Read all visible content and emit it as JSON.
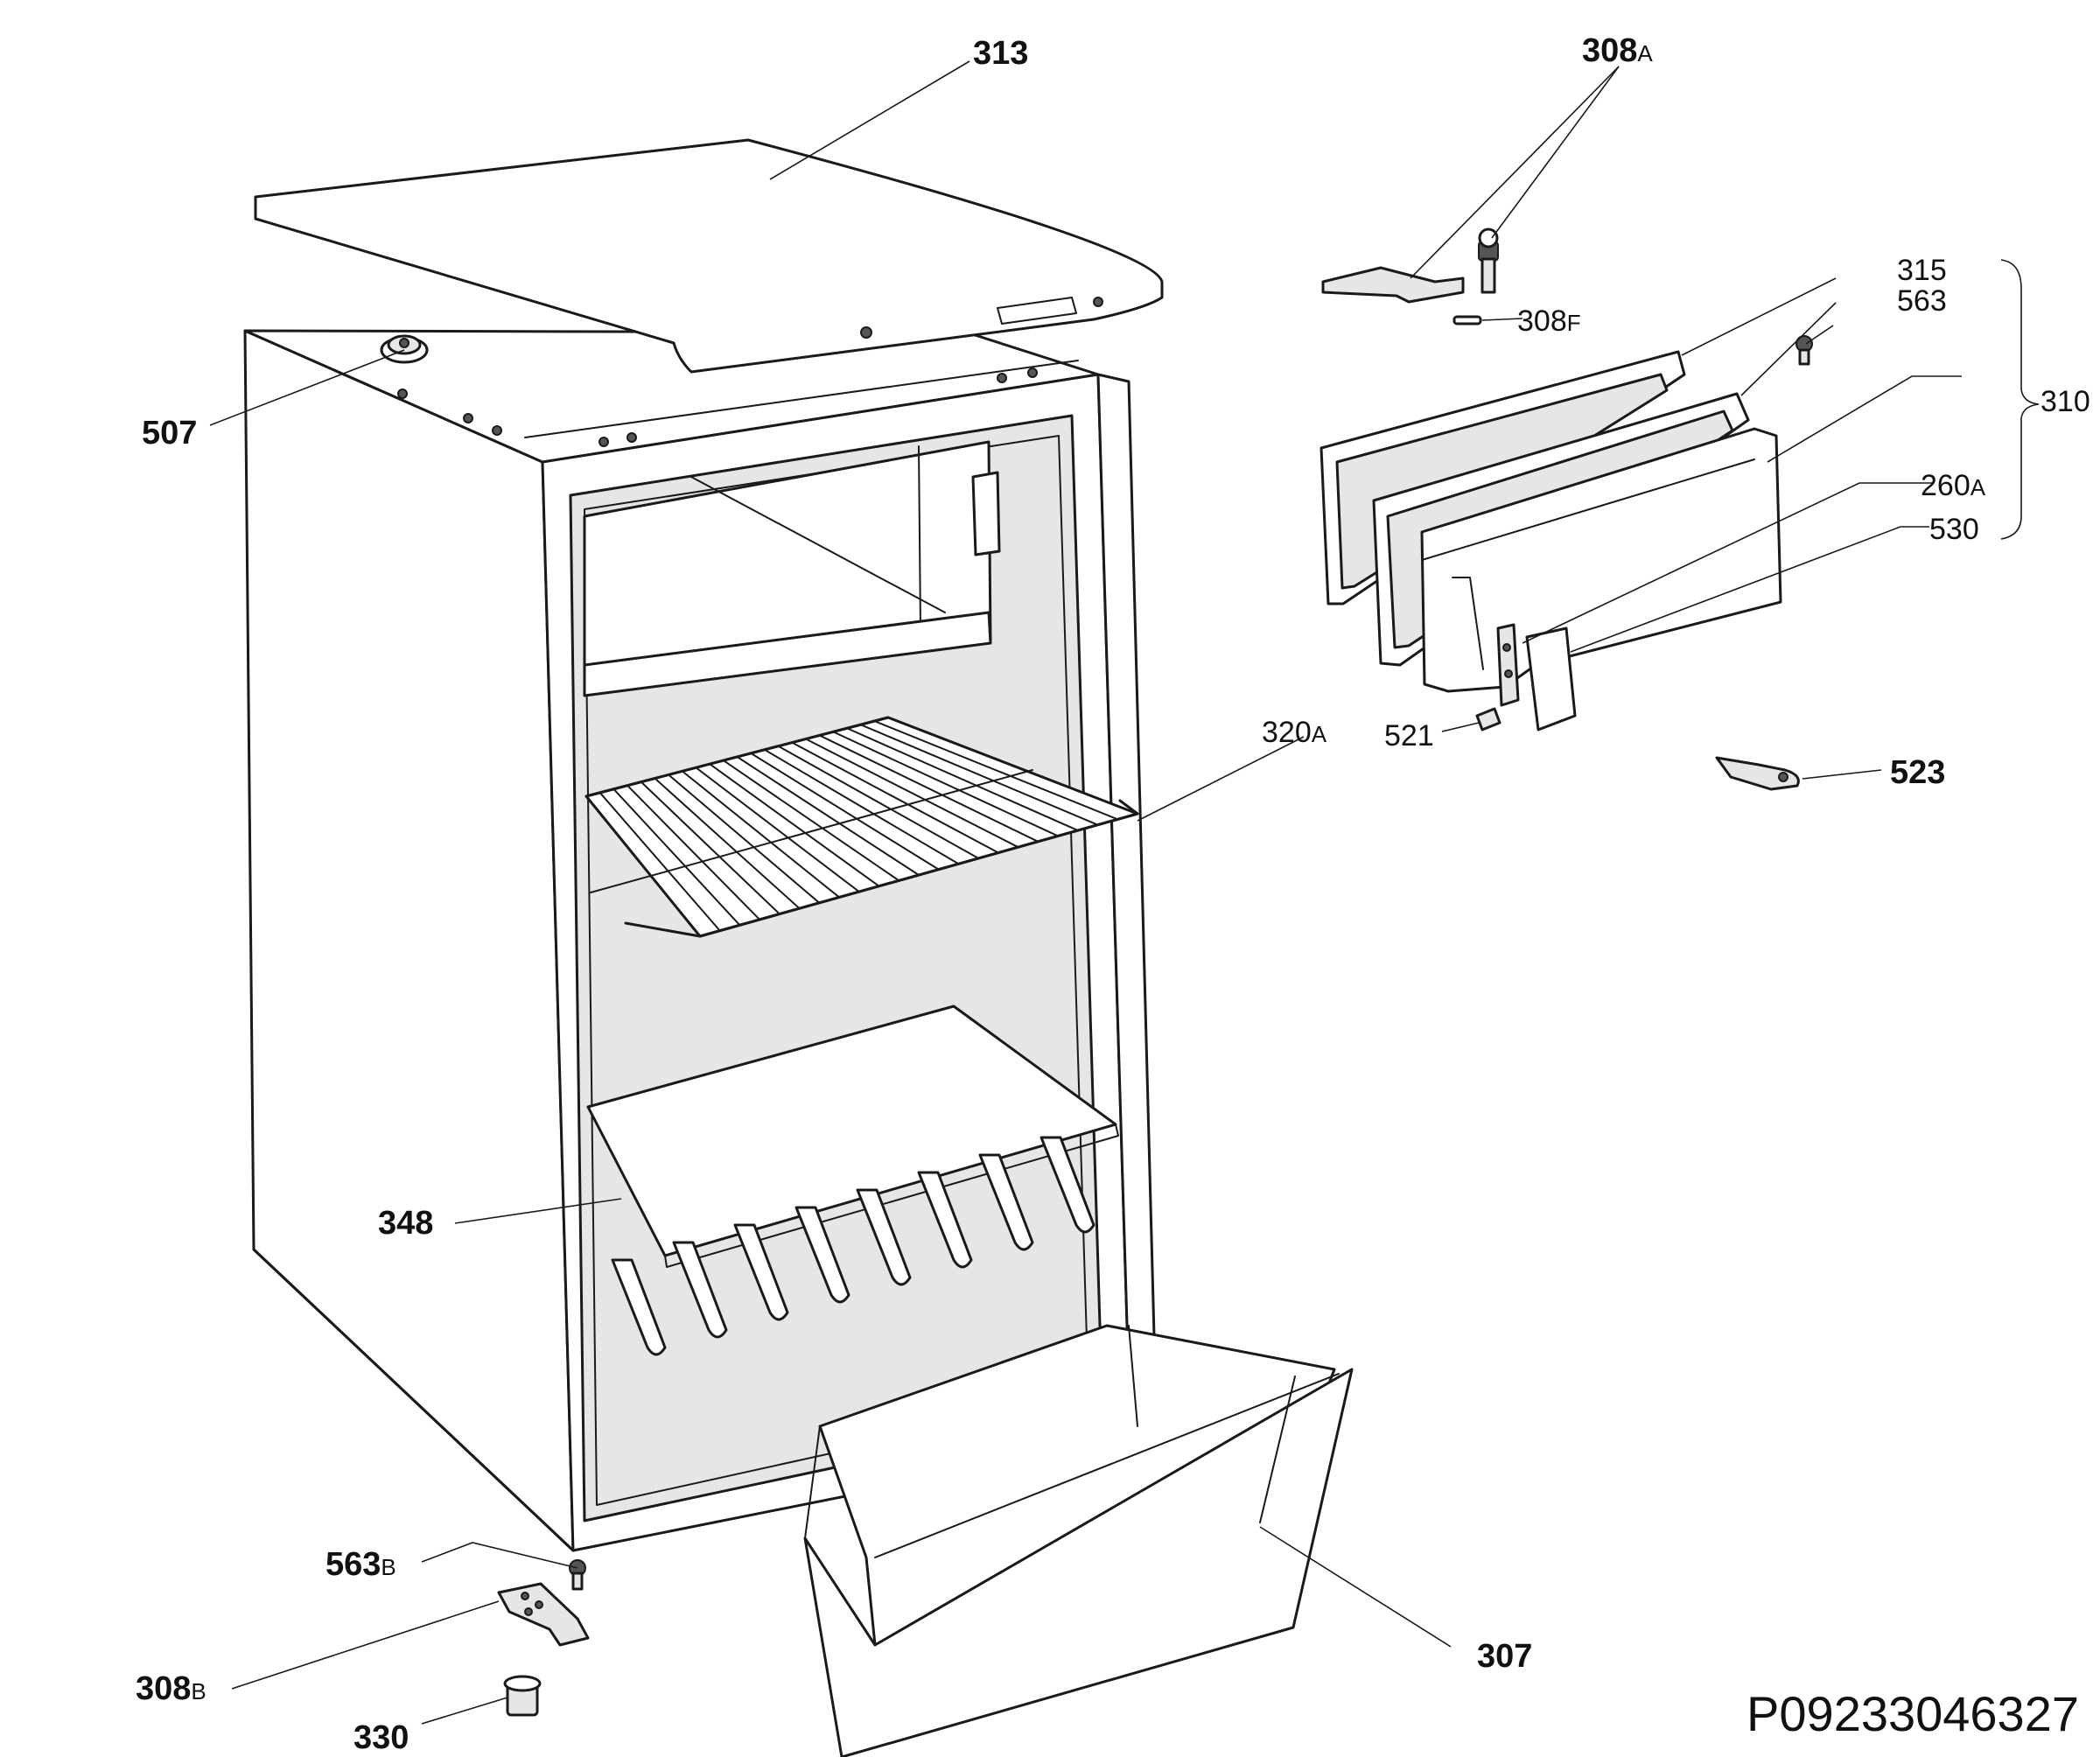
{
  "diagram_code": "P09233046327",
  "labels": {
    "p313": {
      "num": "313",
      "suffix": ""
    },
    "p308a": {
      "num": "308",
      "suffix": "A"
    },
    "p308f": {
      "num": "308",
      "suffix": "F"
    },
    "p315": {
      "num": "315",
      "suffix": ""
    },
    "p563": {
      "num": "563",
      "suffix": ""
    },
    "p310": {
      "num": "310",
      "suffix": ""
    },
    "p260a": {
      "num": "260",
      "suffix": "A"
    },
    "p530": {
      "num": "530",
      "suffix": ""
    },
    "p507": {
      "num": "507",
      "suffix": ""
    },
    "p320a": {
      "num": "320",
      "suffix": "A"
    },
    "p521": {
      "num": "521",
      "suffix": ""
    },
    "p523": {
      "num": "523",
      "suffix": ""
    },
    "p348": {
      "num": "348",
      "suffix": ""
    },
    "p307": {
      "num": "307",
      "suffix": ""
    },
    "p563b": {
      "num": "563",
      "suffix": "B"
    },
    "p308b": {
      "num": "308",
      "suffix": "B"
    },
    "p330": {
      "num": "330",
      "suffix": ""
    }
  }
}
